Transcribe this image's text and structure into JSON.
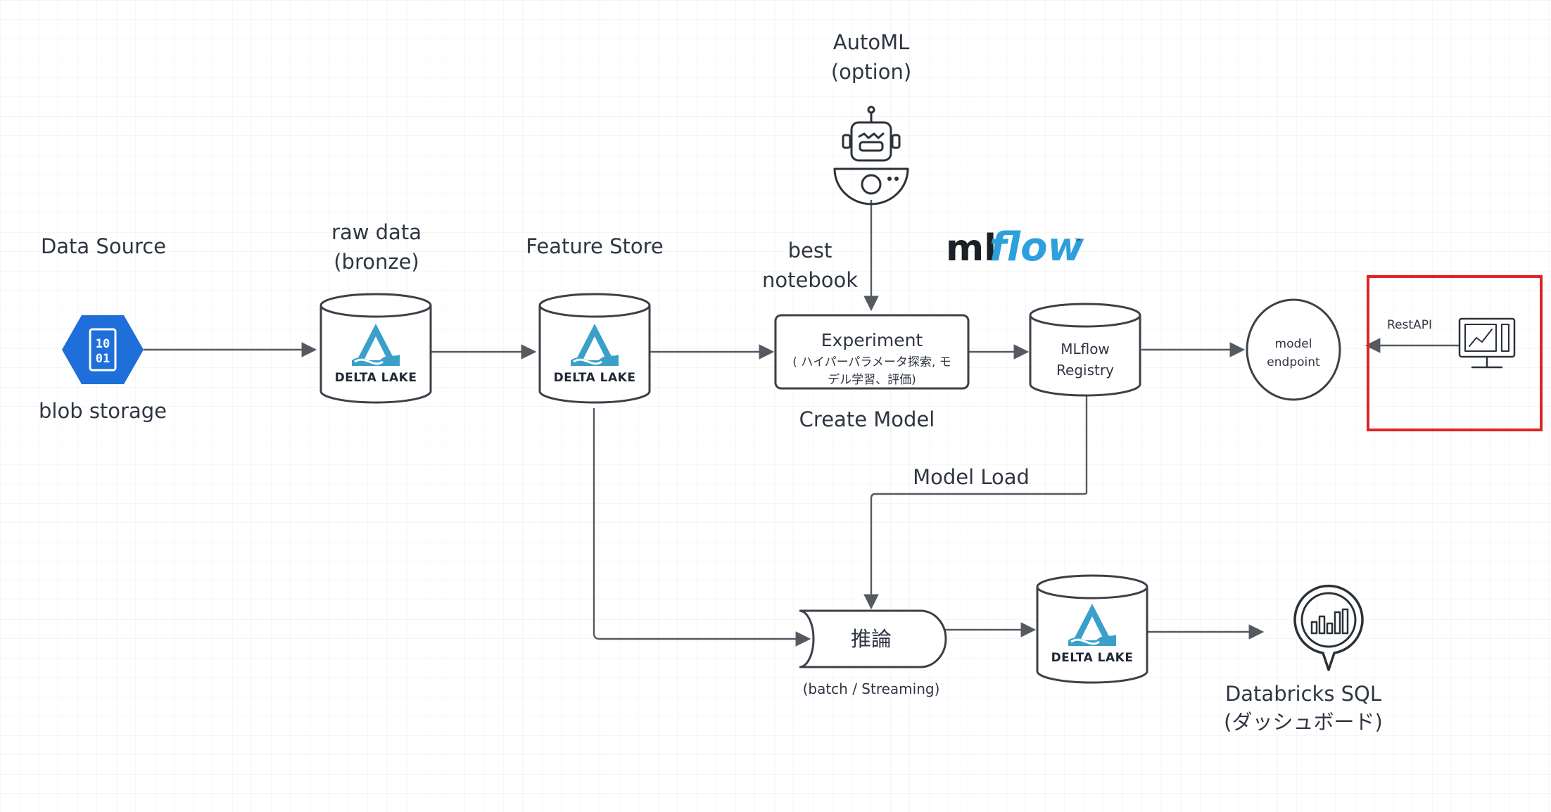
{
  "labels": {
    "data_source": "Data Source",
    "blob_storage": "blob storage",
    "raw_data_line1": "raw data",
    "raw_data_line2": "(bronze)",
    "feature_store": "Feature Store",
    "automl_line1": "AutoML",
    "automl_line2": "(option)",
    "best_notebook_line1": "best",
    "best_notebook_line2": "notebook",
    "experiment_title": "Experiment",
    "experiment_sub_line1": "( ハイパーパラメータ探索, モ",
    "experiment_sub_line2": "デル学習、評価)",
    "create_model": "Create Model",
    "mlflow_registry_line1": "MLflow",
    "mlflow_registry_line2": "Registry",
    "model_endpoint_line1": "model",
    "model_endpoint_line2": "endpoint",
    "rest_api": "RestAPI",
    "model_load": "Model Load",
    "inference": "推論",
    "inference_mode": "(batch / Streaming)",
    "databricks_sql_line1": "Databricks SQL",
    "databricks_sql_line2": "(ダッシュボード)",
    "delta_lake": "DELTA LAKE",
    "blob_icon_line1": "10",
    "blob_icon_line2": "01",
    "mlflow_logo_ml": "ml",
    "mlflow_logo_flow": "flow",
    "mlflow_logo_tm": "™"
  },
  "colors": {
    "highlight": "#e02424",
    "delta_blue": "#3aa0c9",
    "blob_blue": "#1e6fd9",
    "mlflow_blue": "#2d9fdc"
  }
}
